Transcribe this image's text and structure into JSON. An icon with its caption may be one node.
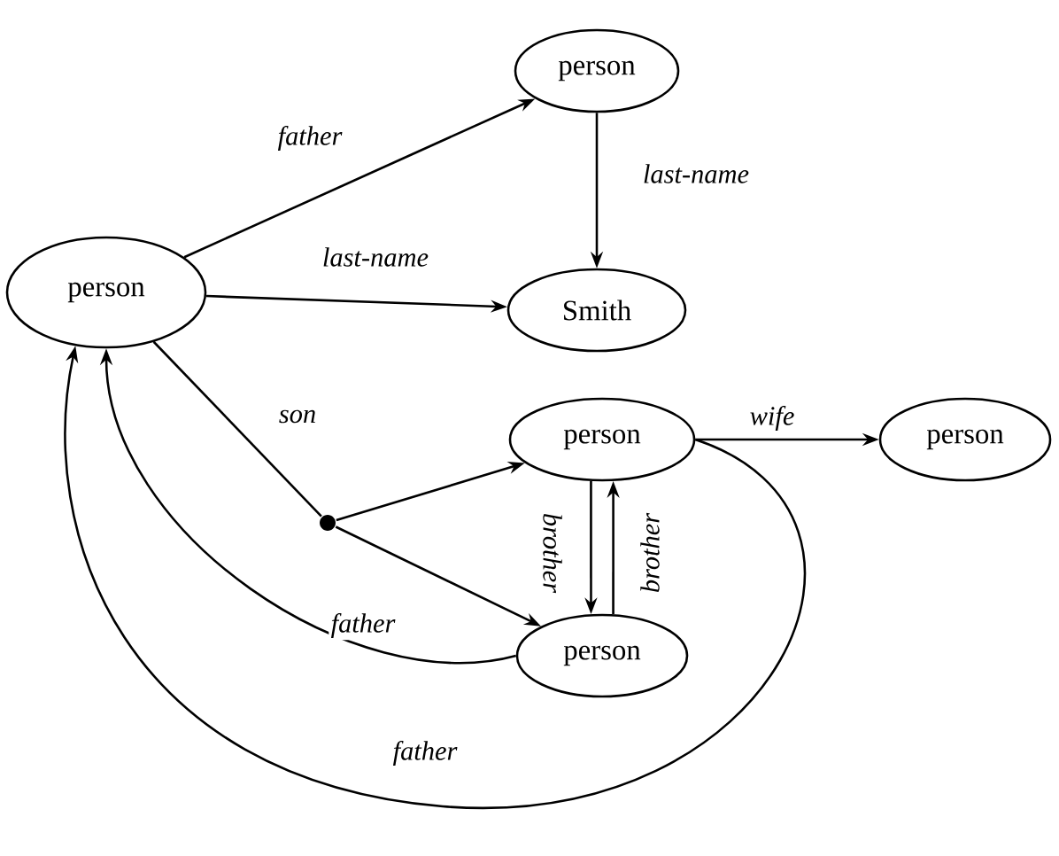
{
  "diagram": {
    "nodes": [
      {
        "text": [
          "person"
        ]
      },
      {
        "text": [
          "person"
        ]
      },
      {
        "text": [
          "Smith"
        ]
      },
      {
        "text": [
          "person"
        ]
      },
      {
        "text": [
          "person"
        ]
      },
      {
        "text": [
          "person"
        ]
      },
      {
        "text": [],
        "shape": "circle"
      }
    ],
    "edges": [
      {
        "from": 0,
        "to": 1,
        "arrow": "to",
        "label": "father"
      },
      {
        "from": 1,
        "to": 2,
        "arrow": "to",
        "label": "last-name"
      },
      {
        "from": 0,
        "to": 2,
        "arrow": "to",
        "label": "last-name"
      },
      {
        "from": 0,
        "to": 6,
        "arrow": "none",
        "label": "son"
      },
      {
        "from": 6,
        "to": 3,
        "arrow": "to"
      },
      {
        "from": 6,
        "to": 5,
        "arrow": "to"
      },
      {
        "from": 3,
        "to": 4,
        "arrow": "to",
        "label": "wife"
      },
      {
        "from": 3,
        "to": 5,
        "arrow": "to",
        "label": "brother"
      },
      {
        "from": 5,
        "to": 3,
        "arrow": "to",
        "label": "brother"
      },
      {
        "from": 5,
        "to": 0,
        "arrow": "to",
        "label": "father"
      },
      {
        "from": 3,
        "to": 0,
        "arrow": "to",
        "label": "father"
      }
    ]
  }
}
